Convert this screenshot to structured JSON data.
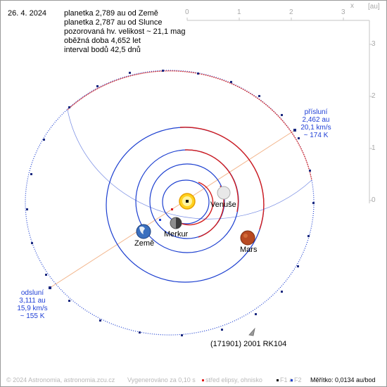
{
  "date": "26. 4. 2024",
  "info": [
    "planetka 2,789 au od Země",
    "planetka 2,787 au od Slunce",
    "pozorovaná hv. velikost ~ 21,1 mag",
    "oběžná doba 4,652 let",
    "interval bodů 42,5 dnů"
  ],
  "axes": {
    "x_ticks": [
      "0",
      "1",
      "2",
      "3"
    ],
    "x_label": "x",
    "unit_label": "[au]",
    "y_ticks": [
      "3",
      "2",
      "1",
      "0"
    ]
  },
  "perihelion": {
    "title": "přísluní",
    "dist": "2,462 au",
    "speed": "20,1 km/s",
    "temp": "~ 174 K"
  },
  "aphelion": {
    "title": "odsluní",
    "dist": "3,111 au",
    "speed": "15,9 km/s",
    "temp": "~ 155 K"
  },
  "planets": {
    "venus": "Venuše",
    "mercury": "Merkur",
    "earth": "Země",
    "mars": "Mars"
  },
  "asteroid_name": "(171901) 2001 RK104",
  "footer": {
    "copyright": "© 2024 Astronomia, astronomia.zcu.cz",
    "generated": "Vygenerováno za 0,10 s",
    "ellipse_center": "střed elipsy, ohnisko",
    "f1": "F1 a",
    "f2": "F2",
    "scale": "Měřítko: 0,0134 au/bod"
  },
  "colors": {
    "orbit_blue": "#1c3fd0",
    "orbit_red": "#d41c1c",
    "apsis_line": "#f2b48a",
    "sun": "#ffd21e"
  }
}
